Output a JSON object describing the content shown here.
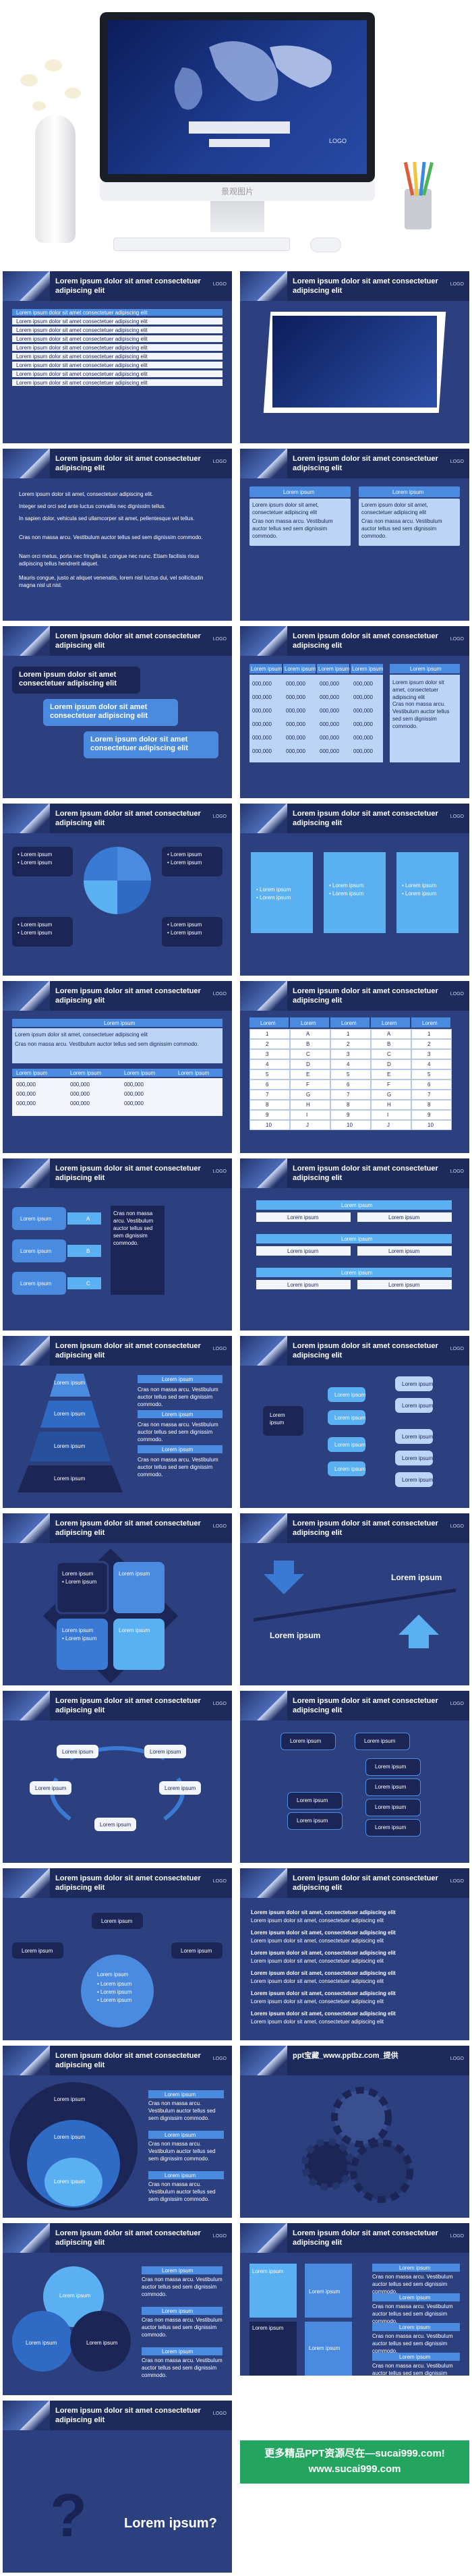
{
  "hero": {
    "caption": "景观图片",
    "logo": "LOGO"
  },
  "slide_title": "Lorem ipsum dolor sit amet consectetuer adipiscing elit",
  "logo": "LOGO",
  "slides": {
    "s2_items": [
      "Lorem ipsum dolor sit amet consectetuer adipiscing elit",
      "Lorem ipsum dolor sit amet consectetuer adipiscing elit",
      "Lorem ipsum dolor sit amet consectetuer adipiscing elit",
      "Lorem ipsum dolor sit amet consectetuer adipiscing elit",
      "Lorem ipsum dolor sit amet consectetuer adipiscing elit",
      "Lorem ipsum dolor sit amet consectetuer adipiscing elit",
      "Lorem ipsum dolor sit amet consectetuer adipiscing elit",
      "Lorem ipsum dolor sit amet consectetuer adipiscing elit",
      "Lorem ipsum dolor sit amet consectetuer adipiscing elit"
    ],
    "s4_paragraphs": [
      "Lorem ipsum dolor sit amet, consectetuer adipiscing elit.",
      "Integer sed orci sed ante luctus convallis nec dignissim tellus.",
      "In sapien dolor, vehicula sed ullamcorper sit amet, pellentesque vel tellus.",
      "Cras non massa arcu. Vestibulum auctor tellus sed sem dignissim commodo.",
      "Nam orci metus, porta nec fringilla id, congue nec nunc. Etiam facilisis risus adipiscing tellus hendrerit aliquet.",
      "Mauris congue, justo at aliquet venenatis, lorem nisl luctus dui, vel sollicitudin magna nisl ut nisl."
    ],
    "lorem_ipsum": "Lorem ipsum",
    "lorem_ipsum_bullet": "• Lorem ipsum",
    "lorem_full": "Lorem ipsum dolor sit amet, consectetuer adipiscing elit",
    "lorem_body": "Cras non massa arcu. Vestibulum auctor tellus sed sem dignissim commodo.",
    "table_headers": [
      "Lorem",
      "Lorem",
      "Lorem",
      "Lorem",
      "Lorem"
    ],
    "table_rows": [
      [
        "1",
        "A",
        "1",
        "A",
        "1"
      ],
      [
        "2",
        "B",
        "2",
        "B",
        "2"
      ],
      [
        "3",
        "C",
        "3",
        "C",
        "3"
      ],
      [
        "4",
        "D",
        "4",
        "D",
        "4"
      ],
      [
        "5",
        "E",
        "5",
        "E",
        "5"
      ],
      [
        "6",
        "F",
        "6",
        "F",
        "6"
      ],
      [
        "7",
        "G",
        "7",
        "G",
        "7"
      ],
      [
        "8",
        "H",
        "8",
        "H",
        "8"
      ],
      [
        "9",
        "I",
        "9",
        "I",
        "9"
      ],
      [
        "10",
        "J",
        "10",
        "J",
        "10"
      ]
    ],
    "num_headers": [
      "Lorem ipsum",
      "Lorem ipsum",
      "Lorem ipsum",
      "Lorem ipsum"
    ],
    "num_rows": [
      [
        "000,000",
        "000,000",
        "000,000",
        "000,000"
      ],
      [
        "000,000",
        "000,000",
        "000,000",
        "000,000"
      ],
      [
        "000,000",
        "000,000",
        "000,000",
        "000,000"
      ],
      [
        "000,000",
        "000,000",
        "000,000",
        "000,000"
      ],
      [
        "000,000",
        "000,000",
        "000,000",
        "000,000"
      ],
      [
        "000,000",
        "000,000",
        "000,000",
        "000,000"
      ]
    ],
    "abc": [
      "A",
      "B",
      "C"
    ],
    "gear_title": "ppt宝藏_www.pptbz.com_提供",
    "lorem_q": "Lorem ipsum?"
  },
  "footer": {
    "line1": "更多精品PPT资源尽在—sucai999.com!",
    "line2": "www.sucai999.com"
  }
}
